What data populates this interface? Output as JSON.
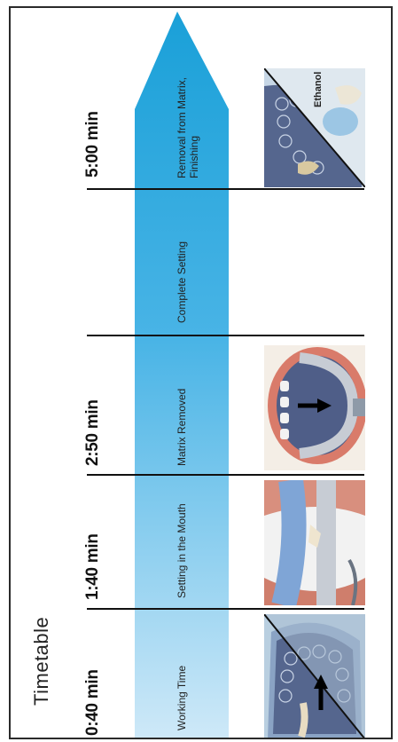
{
  "timetable": {
    "title": "Timetable",
    "accent_top": "#1aa0d8",
    "accent_bottom": "#cfe9f8",
    "stages": [
      {
        "time": "0:40 min",
        "label": "Working Time",
        "image": "dental-tray-with-arrow"
      },
      {
        "time": "1:40 min",
        "label": "Setting in the Mouth",
        "image": "tray-in-mouth"
      },
      {
        "time": "2:50 min",
        "label": "Matrix Removed",
        "image": "matrix-removal-with-arrow"
      },
      {
        "time": "",
        "label": "Complete Setting",
        "image": ""
      },
      {
        "time": "5:00 min",
        "label": "Removal from Matrix,\nFinishing",
        "image": "ethanol-finishing"
      }
    ],
    "ethanol_label": "Ethanol"
  }
}
